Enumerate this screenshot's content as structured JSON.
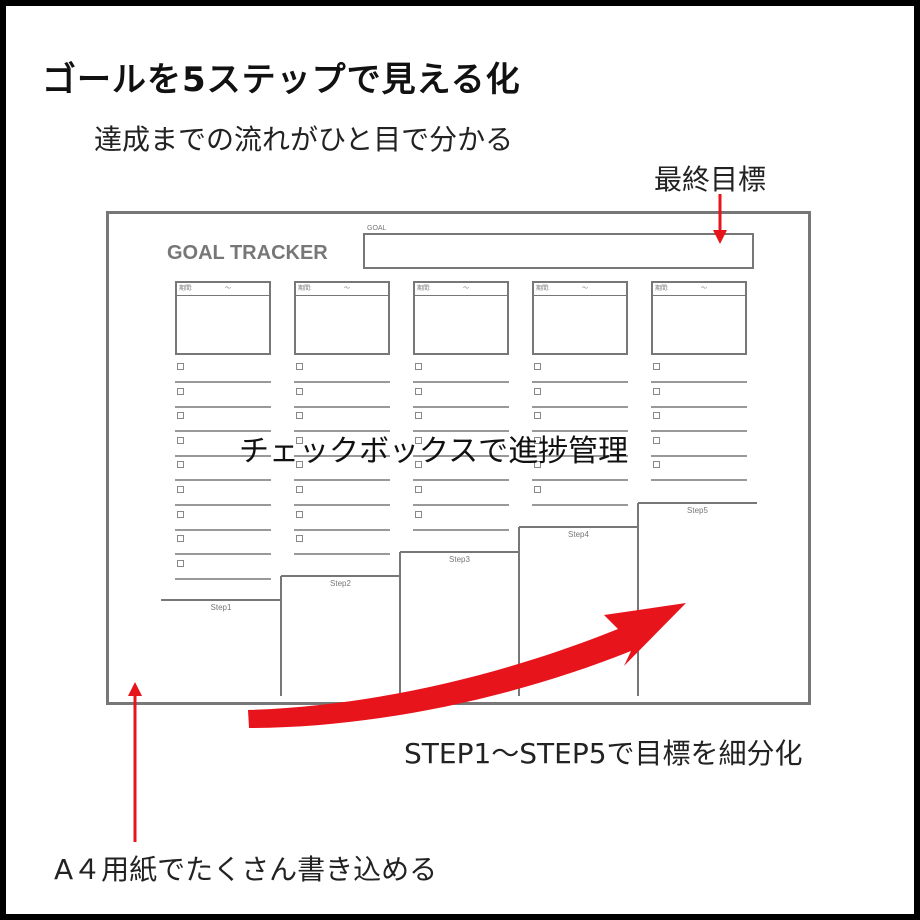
{
  "title": "ゴールを5ステップで見える化",
  "subtitle": "達成までの流れがひと目で分かる",
  "callouts": {
    "final_goal": "最終目標",
    "checkbox": "チェックボックスで進捗管理",
    "steps": "STEP1〜STEP5で目標を細分化",
    "a4": "A４用紙でたくさん書き込める"
  },
  "sheet": {
    "tracker_title": "GOAL TRACKER",
    "goal_label": "GOAL",
    "period_label": "期間:",
    "period_sep": "〜",
    "steps": [
      "Step1",
      "Step2",
      "Step3",
      "Step4",
      "Step5"
    ],
    "checkbox_counts": [
      9,
      8,
      7,
      6,
      5
    ]
  },
  "colors": {
    "accent": "#e8141c",
    "sheet_line": "#777777",
    "background": "#ffffff",
    "border": "#000000"
  },
  "icons": {
    "pointer_arrow": "arrow-icon",
    "checkbox": "checkbox-icon"
  }
}
